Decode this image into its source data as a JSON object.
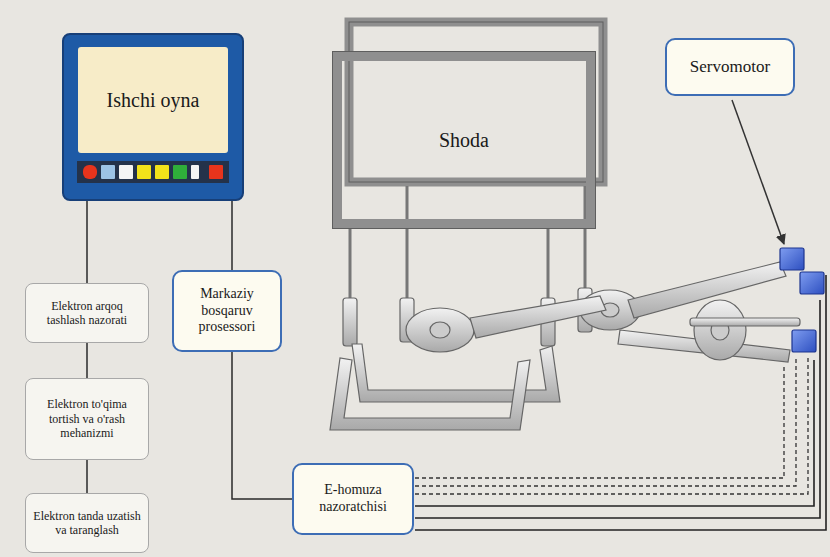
{
  "diagram": {
    "nodes": [
      {
        "text": [
          "Ishchi oyna"
        ]
      },
      {
        "text": [
          "Elektron arqoq tashlash nazorati"
        ]
      },
      {
        "text": [
          "Elektron to'qima tortish va o'rash mehanizmi"
        ]
      },
      {
        "text": [
          "Elektron tanda uzatish va taranglash"
        ]
      },
      {
        "text": [
          "Markaziy bosqaruv prosessori"
        ]
      },
      {
        "text": [
          "E-homuza nazoratchisi"
        ]
      },
      {
        "text": [
          "Shoda"
        ]
      },
      {
        "text": [
          "Servomotor"
        ]
      }
    ],
    "edges": [
      {
        "from": 0,
        "to": 1,
        "arrow": "none"
      },
      {
        "from": 1,
        "to": 2,
        "arrow": "none"
      },
      {
        "from": 2,
        "to": 3,
        "arrow": "none"
      },
      {
        "from": 0,
        "to": 4,
        "arrow": "none"
      },
      {
        "from": 4,
        "to": 5,
        "arrow": "none"
      }
    ]
  }
}
